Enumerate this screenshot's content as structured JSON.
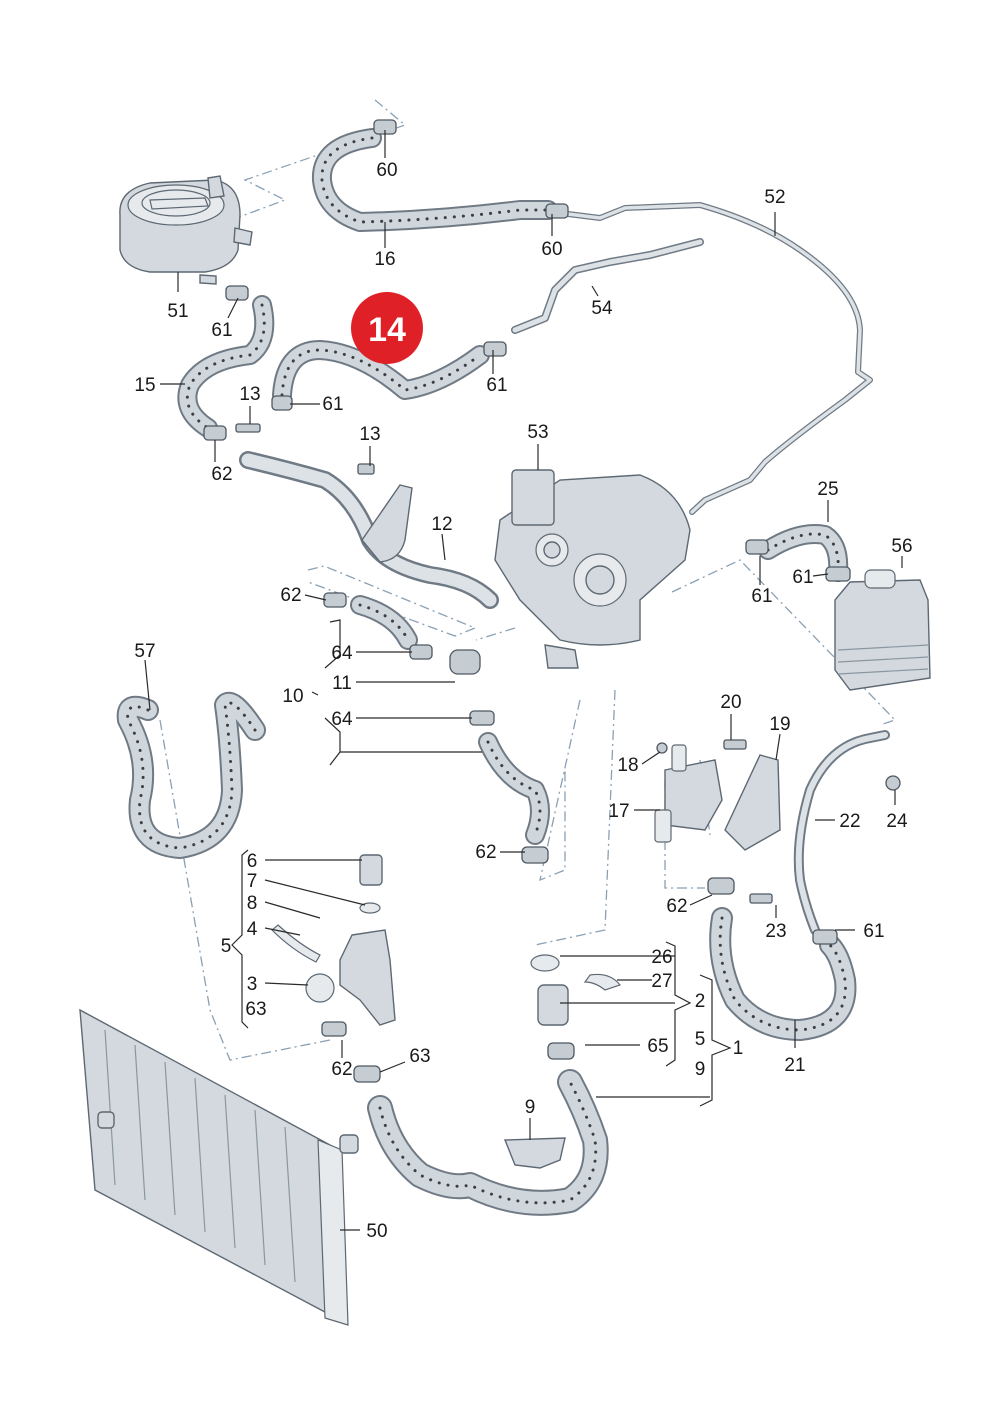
{
  "highlight": {
    "label": "14",
    "color": "#e02027"
  },
  "callouts": {
    "c60a": "60",
    "c60b": "60",
    "c16": "16",
    "c52": "52",
    "c51": "51",
    "c61a": "61",
    "c54": "54",
    "c15": "15",
    "c61b": "61",
    "c13a": "13",
    "c61c": "61",
    "c62a": "62",
    "c13b": "13",
    "c53": "53",
    "c12": "12",
    "c25": "25",
    "c56": "56",
    "c61d": "61",
    "c61e": "61",
    "c62b": "62",
    "c57": "57",
    "c64a": "64",
    "c11": "11",
    "c10": "10",
    "c64b": "64",
    "c20": "20",
    "c19": "19",
    "c18": "18",
    "c17": "17",
    "c22": "22",
    "c24": "24",
    "c62c": "62",
    "c6": "6",
    "c7": "7",
    "c8": "8",
    "c4": "4",
    "c5a": "5",
    "c3": "3",
    "c63a": "63",
    "c62d": "62",
    "c23": "23",
    "c61f": "61",
    "c26": "26",
    "c27": "27",
    "c2": "2",
    "c65": "65",
    "c5b": "5",
    "c1": "1",
    "c9a": "9",
    "c21": "21",
    "c62e": "62",
    "c63b": "63",
    "c9b": "9",
    "c50": "50"
  }
}
